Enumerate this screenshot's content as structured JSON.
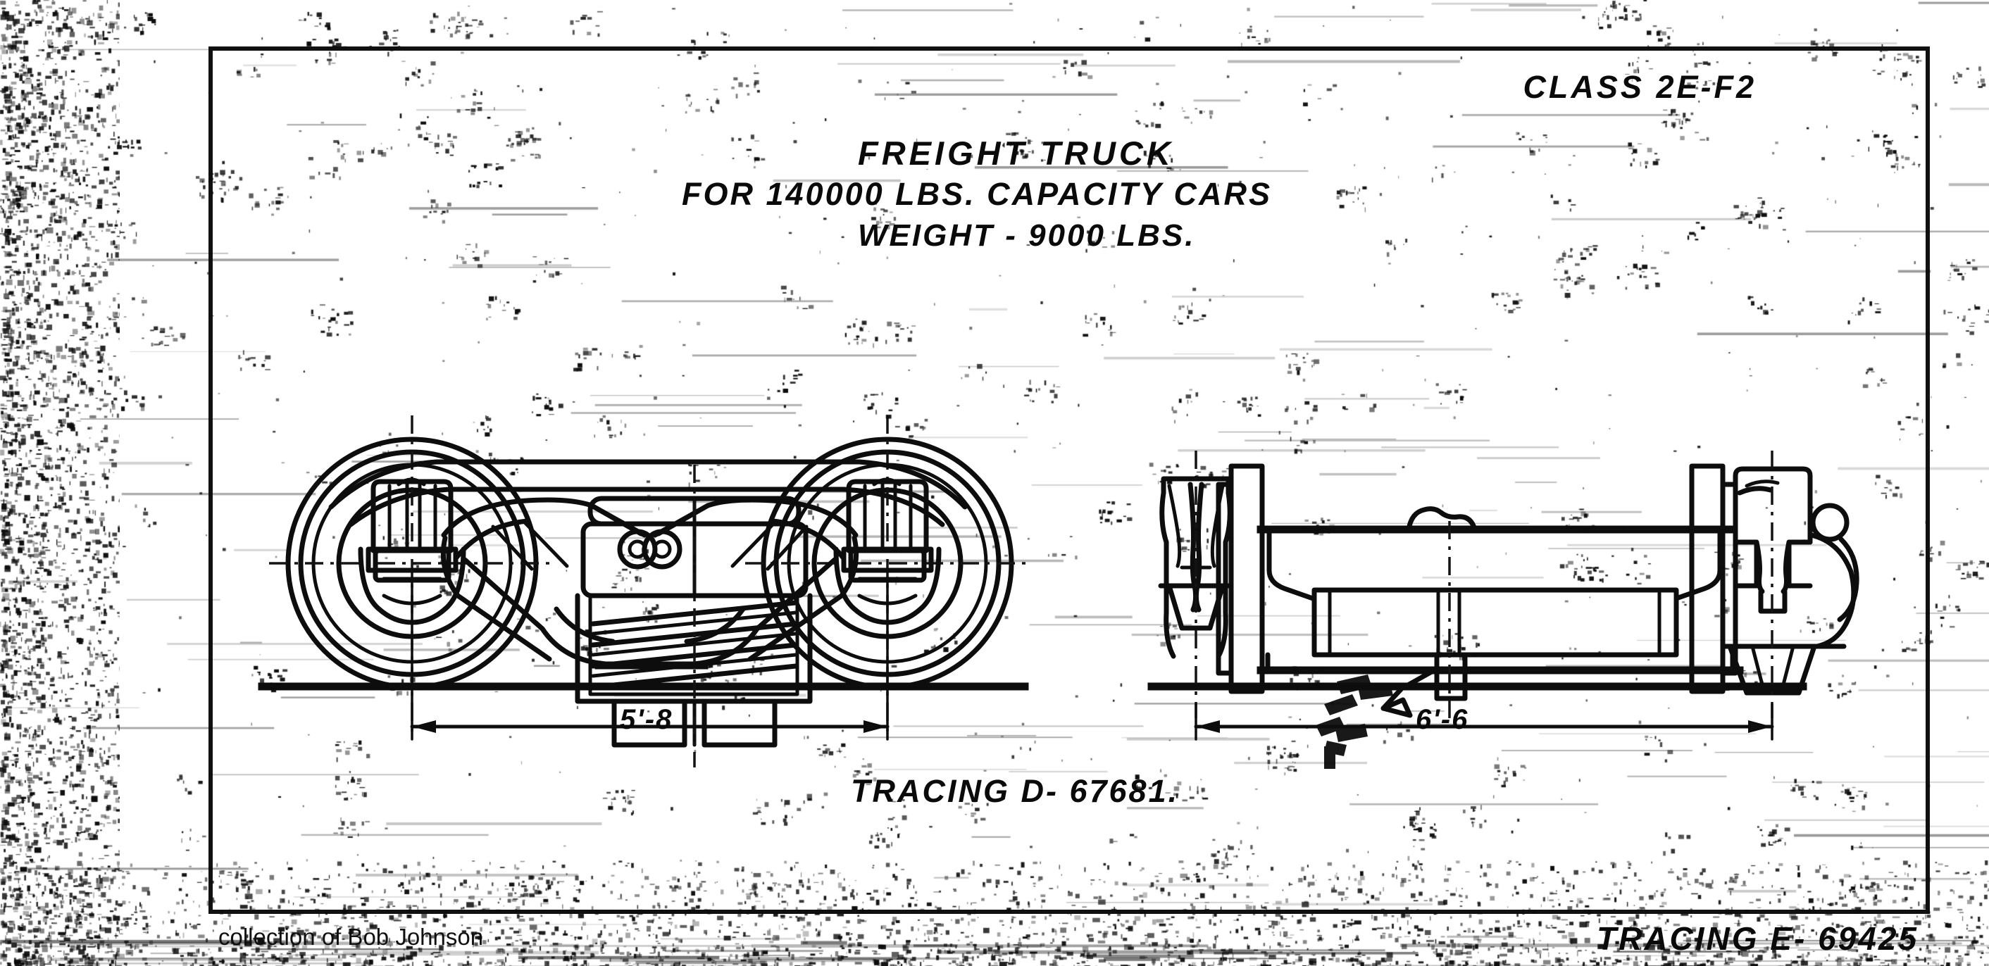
{
  "document": {
    "kind": "engineering-drawing-scan",
    "class_label": "CLASS 2E-F2",
    "title_line_1": "FREIGHT TRUCK",
    "title_line_2": "FOR 140000 LBS. CAPACITY CARS",
    "title_line_3": "WEIGHT - 9000 LBS.",
    "tracing_center": "TRACING D- 67681.",
    "tracing_corner": "TRACING E- 69425",
    "credit": "collection of Bob Johnson"
  },
  "dimensions": {
    "side_view_label": "5'-8",
    "end_view_label": "6'-6"
  },
  "views": {
    "side_view_name": "freight truck side elevation",
    "end_view_name": "wheelset and journal box end elevation"
  },
  "colors": {
    "ink": "#0d0d0d",
    "paper": "#ffffff"
  }
}
